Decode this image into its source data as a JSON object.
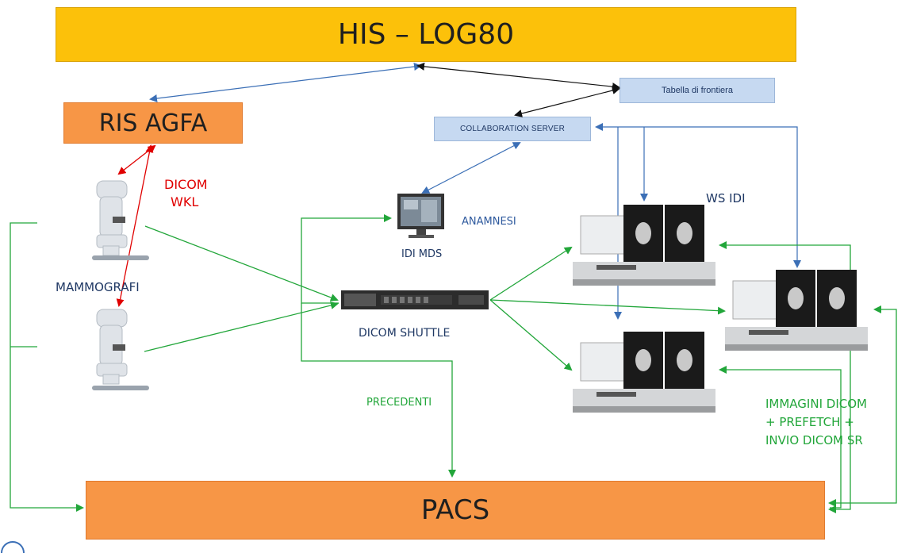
{
  "boxes": {
    "his": "HIS – LOG80",
    "ris": "RIS AGFA",
    "pacs": "PACS",
    "tabella": "Tabella di frontiera",
    "collab": "COLLABORATION  SERVER"
  },
  "labels": {
    "dicom_wkl_1": "DICOM",
    "dicom_wkl_2": "WKL",
    "mammografi": "MAMMOGRAFI",
    "idi_mds": "IDI MDS",
    "anamnesi": "ANAMNESI",
    "ws_idi": "WS IDI",
    "dicom_shuttle": "DICOM SHUTTLE",
    "precedenti": "PRECEDENTI",
    "immagini_1": "IMMAGINI DICOM",
    "immagini_2": "+ PREFETCH +",
    "immagini_3": "INVIO DICOM SR"
  },
  "colors": {
    "his": "#fcc10a",
    "ris_pacs": "#f79646",
    "server_boxes": "#c6d9f1",
    "arrow_blue": "#3b6fb6",
    "arrow_black": "#111111",
    "arrow_red": "#e00000",
    "arrow_green": "#22a63a"
  }
}
